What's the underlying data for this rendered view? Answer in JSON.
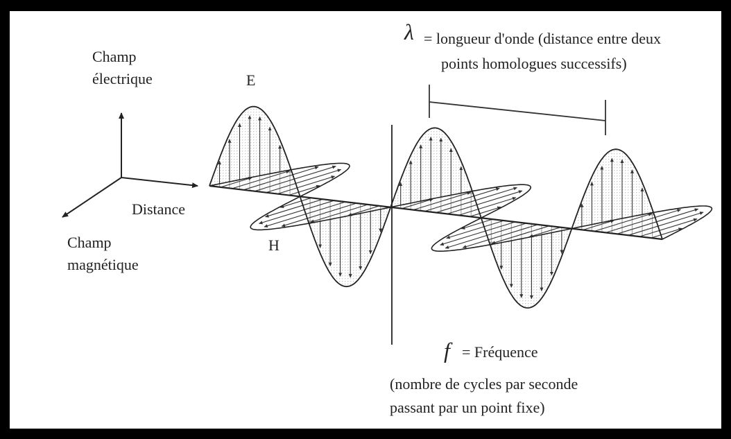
{
  "labels": {
    "electric_field_line1": "Champ",
    "electric_field_line2": "électrique",
    "distance": "Distance",
    "magnetic_field_line1": "Champ",
    "magnetic_field_line2": "magnétique",
    "e_wave": "E",
    "h_wave": "H",
    "lambda_symbol": "λ",
    "lambda_text_line1": "= longueur d'onde (distance entre deux",
    "lambda_text_line2": "points homologues successifs)",
    "f_symbol": "f",
    "f_text": "= Fréquence",
    "f_desc_line1": "(nombre de cycles par seconde",
    "f_desc_line2": "passant par un point fixe)"
  }
}
